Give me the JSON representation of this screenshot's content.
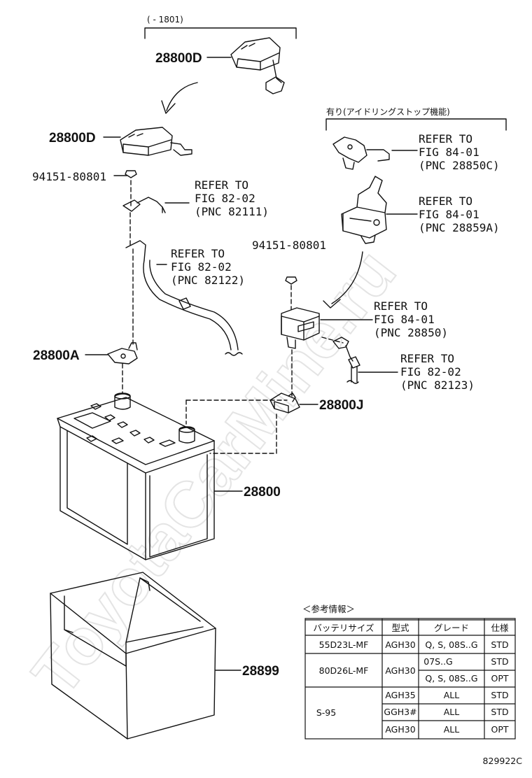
{
  "watermark": "ToyotaCarMine.ru",
  "range_label": "(    - 1801)",
  "idle_stop_label": "有り(アイドリングストップ機能)",
  "parts": {
    "p28800D_top": "28800D",
    "p28800D": "28800D",
    "p94151_left": "94151-80801",
    "p94151_right": "94151-80801",
    "p28800A": "28800A",
    "p28800J": "28800J",
    "p28800": "28800",
    "p28899": "28899"
  },
  "refs": [
    {
      "refer": "REFER TO",
      "fig": "FIG 84-01",
      "pnc": "(PNC 28850C)"
    },
    {
      "refer": "REFER TO",
      "fig": "FIG 84-01",
      "pnc": "(PNC 28859A)"
    },
    {
      "refer": "REFER TO",
      "fig": "FIG 82-02",
      "pnc": "(PNC 82111)"
    },
    {
      "refer": "REFER TO",
      "fig": "FIG 82-02",
      "pnc": "(PNC 82122)"
    },
    {
      "refer": "REFER TO",
      "fig": "FIG 84-01",
      "pnc": "(PNC 28850)"
    },
    {
      "refer": "REFER TO",
      "fig": "FIG 82-02",
      "pnc": "(PNC 82123)"
    }
  ],
  "info_table": {
    "title": "＜参考情報＞",
    "headers": [
      "バッテリサイズ",
      "型式",
      "グレード",
      "仕様"
    ],
    "rows": [
      {
        "size": "55D23L-MF",
        "model": "AGH30",
        "grade": "Q, S, 08S..G",
        "spec": "STD"
      },
      {
        "size": "80D26L-MF",
        "model": "AGH30",
        "grade": "07S..G",
        "spec": "STD"
      },
      {
        "size": "",
        "model": "",
        "grade": "Q, S, 08S..G",
        "spec": "OPT"
      },
      {
        "size": "S-95",
        "model": "AGH35",
        "grade": "ALL",
        "spec": "STD"
      },
      {
        "size": "",
        "model": "GGH3#",
        "grade": "ALL",
        "spec": "STD"
      },
      {
        "size": "",
        "model": "AGH30",
        "grade": "ALL",
        "spec": "OPT"
      }
    ]
  },
  "figure_id": "829922C"
}
